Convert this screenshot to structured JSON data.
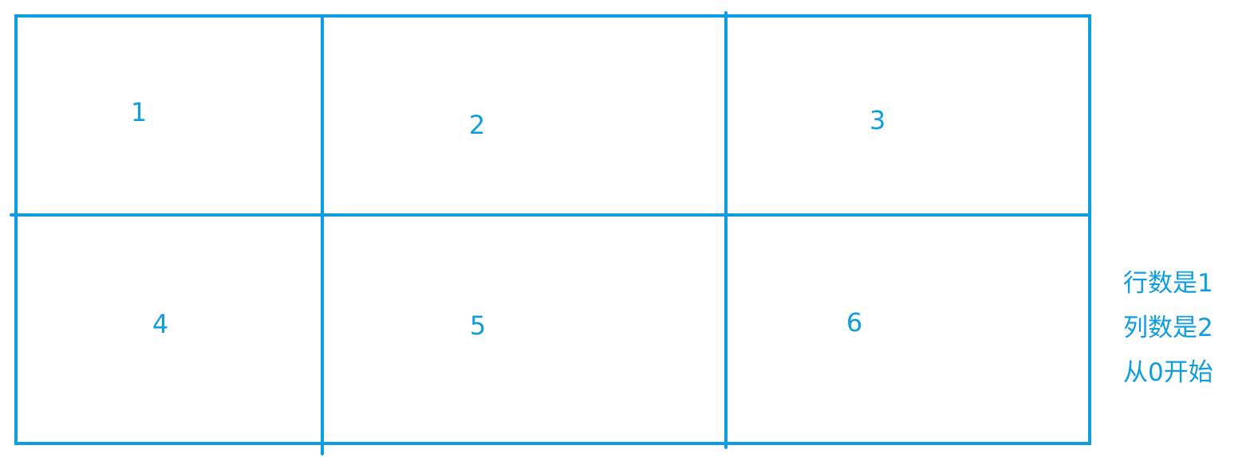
{
  "cells": [
    "1",
    "2",
    "3",
    "4",
    "5",
    "6"
  ],
  "note": {
    "lines": [
      "行数是1",
      "列数是2",
      "从0开始"
    ]
  },
  "colors": {
    "line": "#0d9de0",
    "text": "#0d9de0",
    "background": "#ffffff"
  }
}
